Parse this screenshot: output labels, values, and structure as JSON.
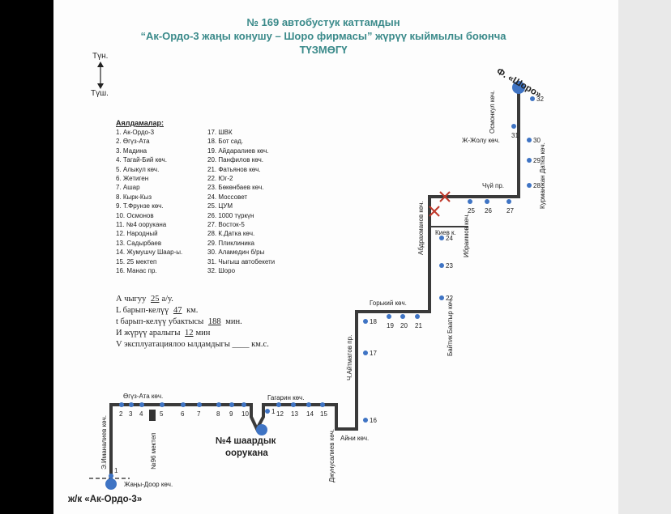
{
  "header": {
    "line1": "№ 169  автобустук каттамдын",
    "line2": "“Ак-Ордо-3 жаңы конушу  – Шоро фирмасы” жүрүү кыймылы боюнча",
    "line3": "ТҮЗМӨГҮ"
  },
  "compass": {
    "north": "Түн.",
    "south": "Түш."
  },
  "legend": {
    "title": "Аялдамалар:",
    "stops_col1": [
      "1. Ак-Ордо-3",
      "2. Өгүз-Ата",
      "3. Мадина",
      "4. Тагай-Бий көч.",
      "5. Алыкул көч.",
      "6. Жетиген",
      "7. Ашар",
      "8. Кырк-Кыз",
      "9. Т.Фрунзе көч.",
      "10. Осмонов",
      "11. №4 оорукана",
      "12. Народный",
      "13. Садырбаев",
      "14. Жумушчу Шаар-ы.",
      "15. 25 мектеп",
      "16. Манас пр."
    ],
    "stops_col2": [
      "17. ШВК",
      "18. Бот сад.",
      "19. Айдаралиев көч.",
      "20. Панфилов көч.",
      "21. Фатьянов көч.",
      "22. Юг-2",
      "23. Бөкөнбаев көч.",
      "24. Моссовет",
      "25. ЦУМ",
      "26. 1000 түркүн",
      "27. Восток-5",
      "28. К.Датка көч.",
      "29. Пликлиника",
      "30. Аламедин б/ры",
      "31. Чыгыш автобекети",
      "32. Шоро"
    ]
  },
  "stats": {
    "line1_label": "А чыгуу",
    "line1_value": "25",
    "line1_unit": "а/у.",
    "line2_label": "L барып-келүү",
    "line2_value": "47",
    "line2_unit": "км.",
    "line3_label": "t барып-келүү убактысы",
    "line3_value": "188",
    "line3_unit": "мин.",
    "line4_label": "И жүрүү аралыгы",
    "line4_value": "12",
    "line4_unit": "мин",
    "line5_label": "V эксплуатациялоо ылдамдыгы",
    "line5_value": "____",
    "line5_unit": "км.с."
  },
  "map": {
    "street_labels": {
      "oguz_ata": "Өгүз-Ата көч.",
      "imanaliev": "Э.Иманалиев көч.",
      "school96": "№96 мектеп",
      "gagarin": "Гагарин көч.",
      "dzhunusaliev": "Джунусалиев көч.",
      "aini": "Айни көч.",
      "aitmatov": "Ч.Айтматов пр.",
      "gorky": "Горький көч.",
      "baitik": "Байтик Баатыр көч.",
      "abdrakhmanov": "Абдрахманов көч.",
      "kiev": "Киев к.",
      "ibraimov": "Ибраимов көч.",
      "chui": "Чүй пр.",
      "kurmanjan": "Курманжан Датка көч.",
      "zhe_zholu": "Ж-Жолу көч.",
      "osmonkul": "Осмонкул көч.",
      "zhany_door": "Жаңы-Доор көч."
    },
    "terminal_start": "ж/к «Ак-Ордо-3»",
    "terminal_end": "Ф. «Шоро»",
    "hospital_line1": "№4 шаардык",
    "hospital_line2": "оорукана",
    "stop_numbers": [
      "1",
      "2",
      "3",
      "4",
      "5",
      "6",
      "7",
      "8",
      "9",
      "10",
      "1",
      "12",
      "13",
      "14",
      "15",
      "16",
      "17",
      "18",
      "19",
      "20",
      "21",
      "22",
      "23",
      "24",
      "25",
      "26",
      "27",
      "28",
      "29",
      "30",
      "31",
      "32"
    ]
  },
  "colors": {
    "route": "#3a3a3a",
    "stop": "#3f74c4",
    "title": "#3a8a8a",
    "cross": "#c0392b"
  }
}
